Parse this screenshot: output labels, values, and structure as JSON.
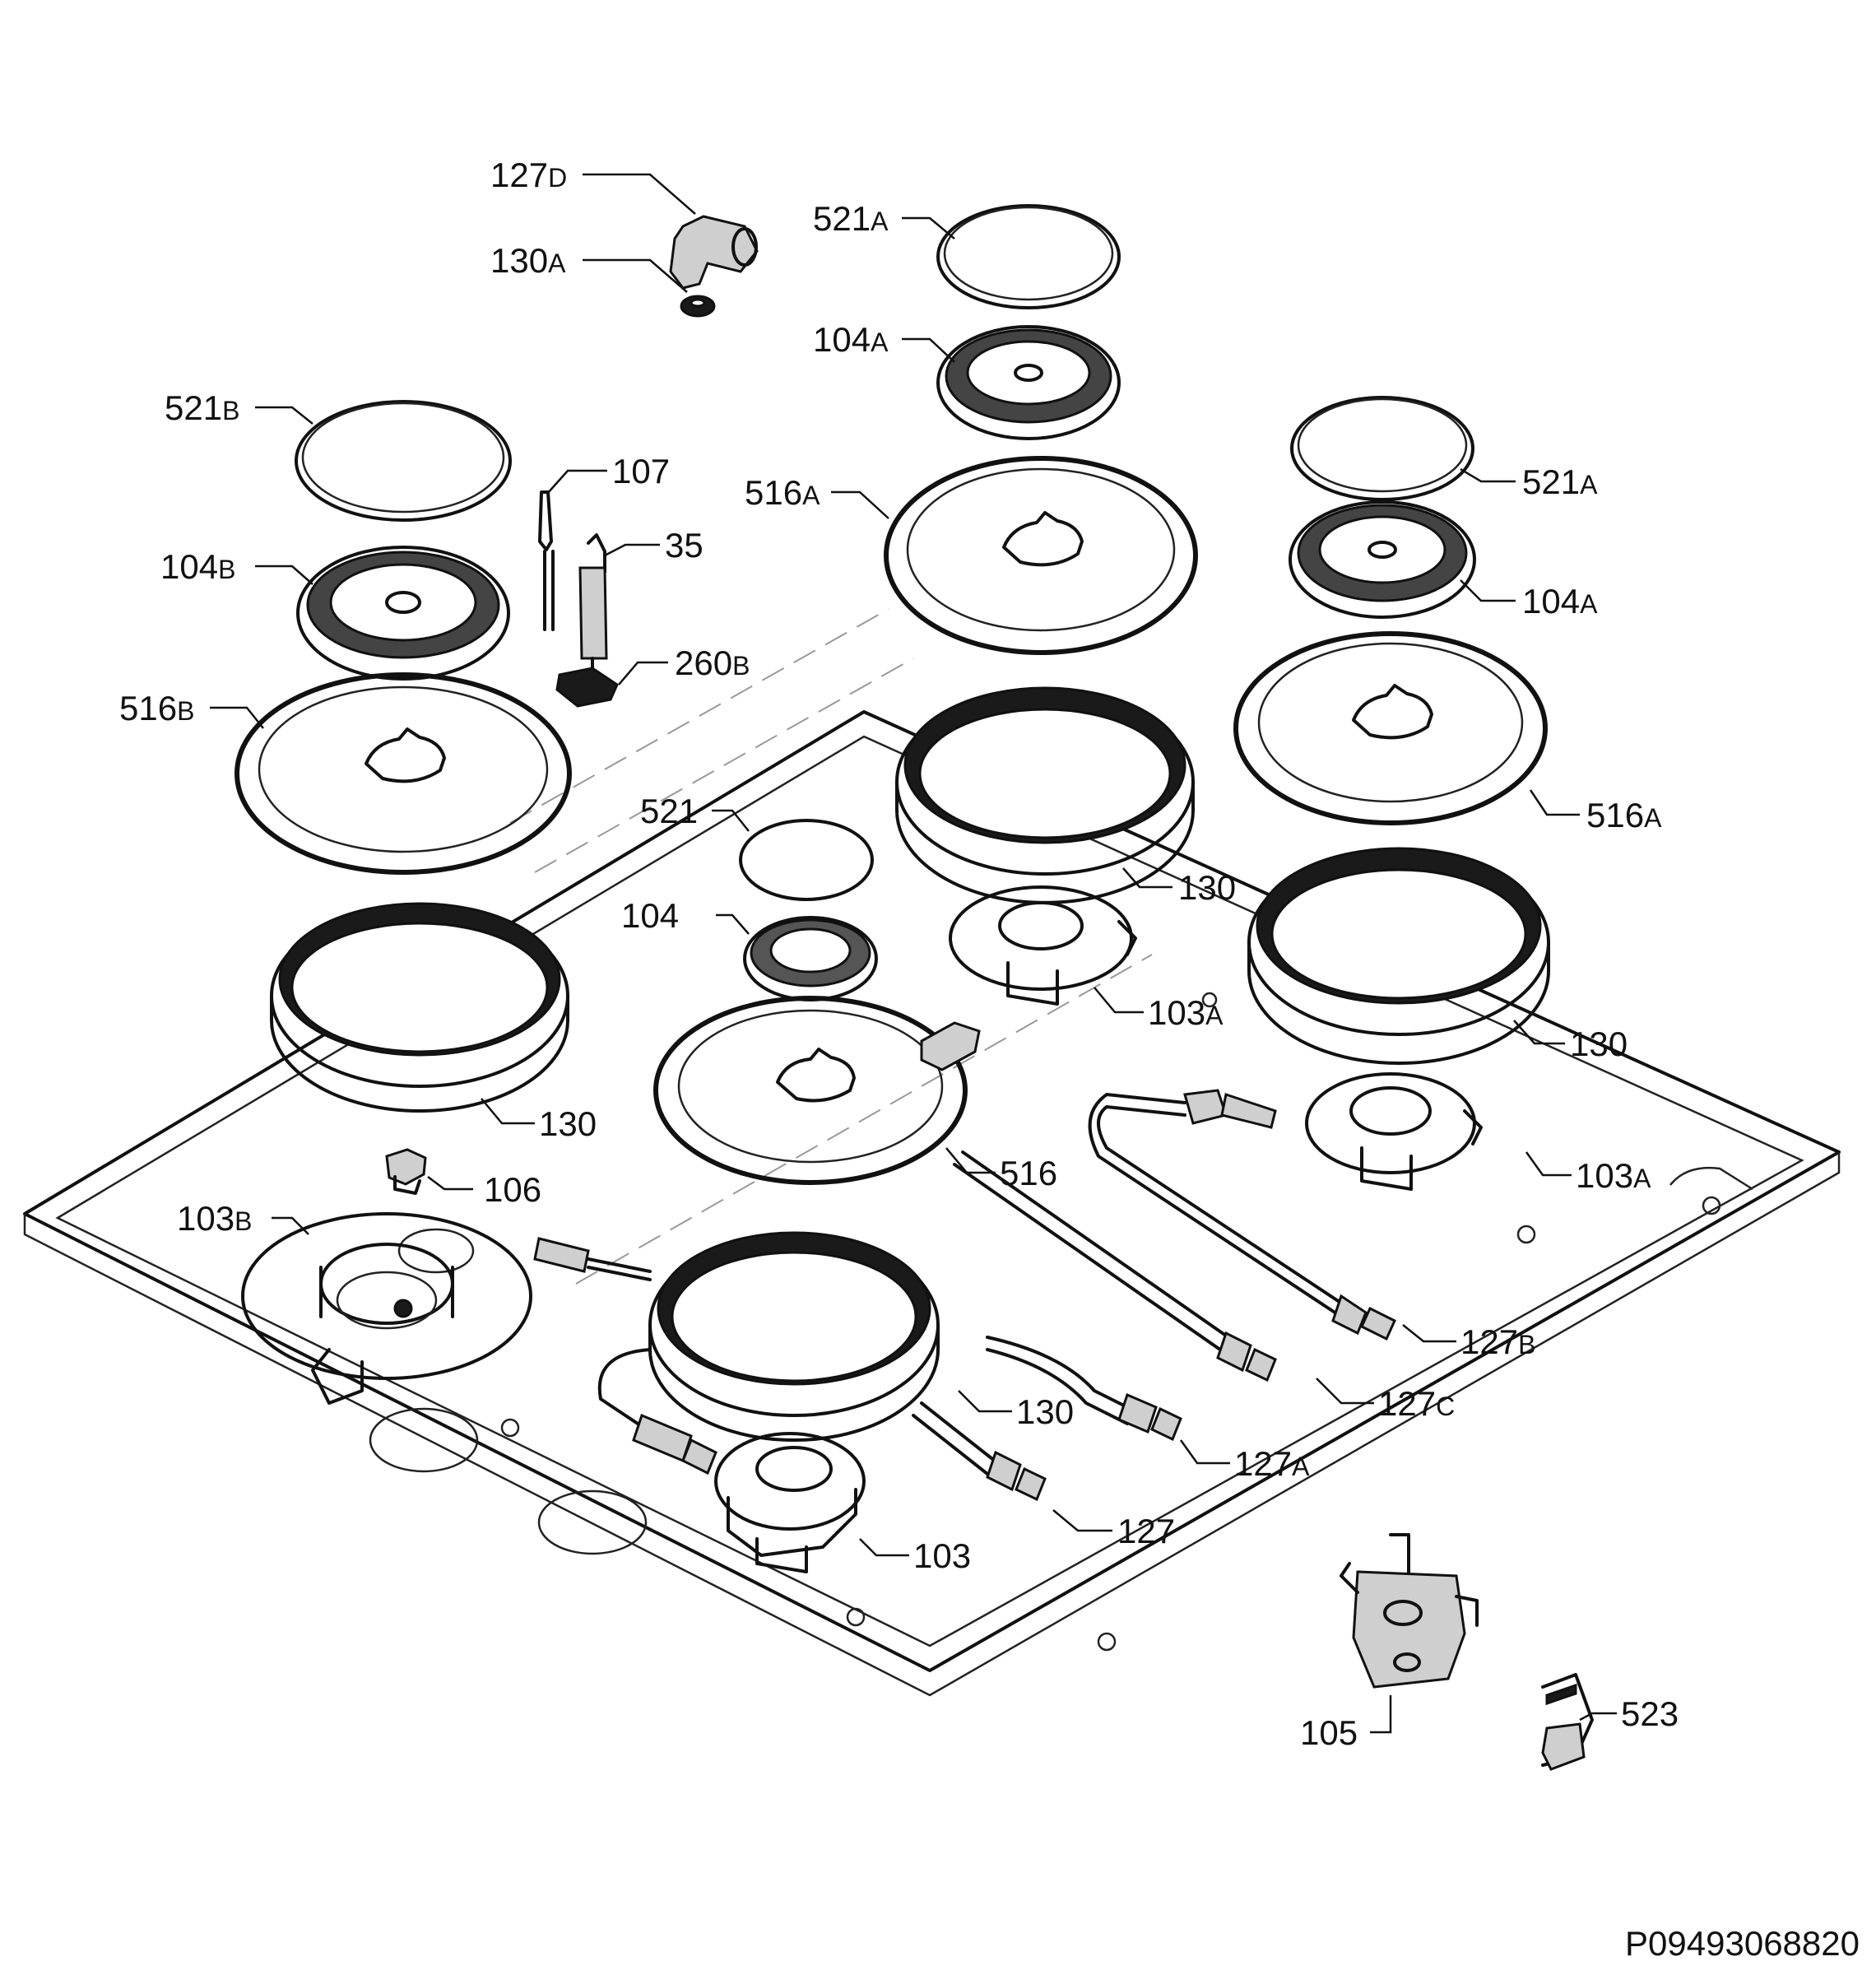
{
  "labels": {
    "l127d": {
      "num": "127",
      "sfx": "D"
    },
    "l130a": {
      "num": "130",
      "sfx": "A"
    },
    "l521a1": {
      "num": "521",
      "sfx": "A"
    },
    "l104a1": {
      "num": "104",
      "sfx": "A"
    },
    "l521b": {
      "num": "521",
      "sfx": "B"
    },
    "l107": {
      "num": "107",
      "sfx": ""
    },
    "l35": {
      "num": "35",
      "sfx": ""
    },
    "l516a1": {
      "num": "516",
      "sfx": "A"
    },
    "l521a2": {
      "num": "521",
      "sfx": "A"
    },
    "l104b": {
      "num": "104",
      "sfx": "B"
    },
    "l104a2": {
      "num": "104",
      "sfx": "A"
    },
    "l260b": {
      "num": "260",
      "sfx": "B"
    },
    "l516b": {
      "num": "516",
      "sfx": "B"
    },
    "l516a2": {
      "num": "516",
      "sfx": "A"
    },
    "l521": {
      "num": "521",
      "sfx": ""
    },
    "l130_1": {
      "num": "130",
      "sfx": ""
    },
    "l104": {
      "num": "104",
      "sfx": ""
    },
    "l103a1": {
      "num": "103",
      "sfx": "A"
    },
    "l130_2": {
      "num": "130",
      "sfx": ""
    },
    "l130_3": {
      "num": "130",
      "sfx": ""
    },
    "l516": {
      "num": "516",
      "sfx": ""
    },
    "l103a2": {
      "num": "103",
      "sfx": "A"
    },
    "l106": {
      "num": "106",
      "sfx": ""
    },
    "l103b": {
      "num": "103",
      "sfx": "B"
    },
    "l127b": {
      "num": "127",
      "sfx": "B"
    },
    "l127c": {
      "num": "127",
      "sfx": "C"
    },
    "l130_4": {
      "num": "130",
      "sfx": ""
    },
    "l127a": {
      "num": "127",
      "sfx": "A"
    },
    "l127": {
      "num": "127",
      "sfx": ""
    },
    "l103": {
      "num": "103",
      "sfx": ""
    },
    "l523": {
      "num": "523",
      "sfx": ""
    },
    "l105": {
      "num": "105",
      "sfx": ""
    }
  },
  "reference_code": "P09493068820"
}
